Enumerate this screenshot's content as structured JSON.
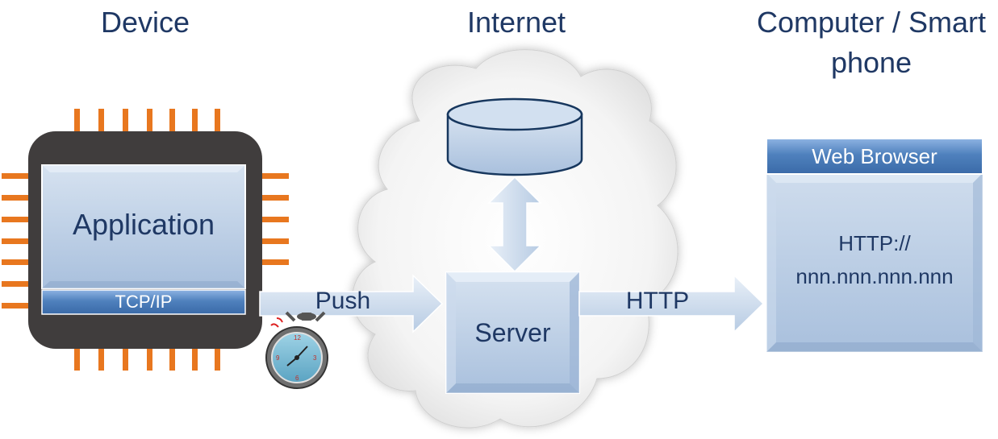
{
  "headings": {
    "device": "Device",
    "internet": "Internet",
    "client": "Computer / Smart phone"
  },
  "device": {
    "application_label": "Application",
    "tcpip_label": "TCP/IP"
  },
  "arrows": {
    "push_label": "Push",
    "http_label": "HTTP"
  },
  "server": {
    "label": "Server"
  },
  "browser": {
    "title": "Web Browser",
    "url_line1": "HTTP://",
    "url_line2": "nnn.nnn.nnn.nnn"
  },
  "colors": {
    "heading": "#1f3864",
    "chip_body": "#403d3d",
    "chip_pins": "#e8771f",
    "box_fill": "#b9cde5",
    "bar_blue": "#4f81bd",
    "cloud_fill": "#f2f2f2"
  },
  "icons": {
    "timer": "stopwatch-icon",
    "database": "database-icon"
  }
}
